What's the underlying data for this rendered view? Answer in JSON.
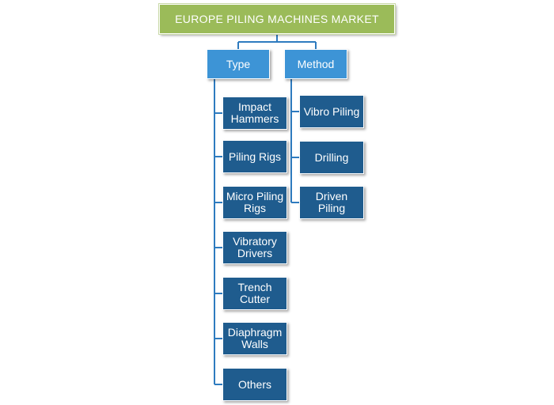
{
  "title": "EUROPE PILING MACHINES MARKET",
  "colors": {
    "root_fill": "#9bbb59",
    "mid_fill": "#3d94d6",
    "leaf_fill": "#1f5c8e",
    "connector": "#2e7bbf"
  },
  "branches": [
    {
      "label": "Type",
      "items": [
        "Impact Hammers",
        "Piling Rigs",
        "Micro Piling Rigs",
        "Vibratory Drivers",
        "Trench Cutter",
        "Diaphragm Walls",
        "Others"
      ]
    },
    {
      "label": "Method",
      "items": [
        "Vibro Piling",
        "Drilling",
        "Driven Piling"
      ]
    }
  ]
}
